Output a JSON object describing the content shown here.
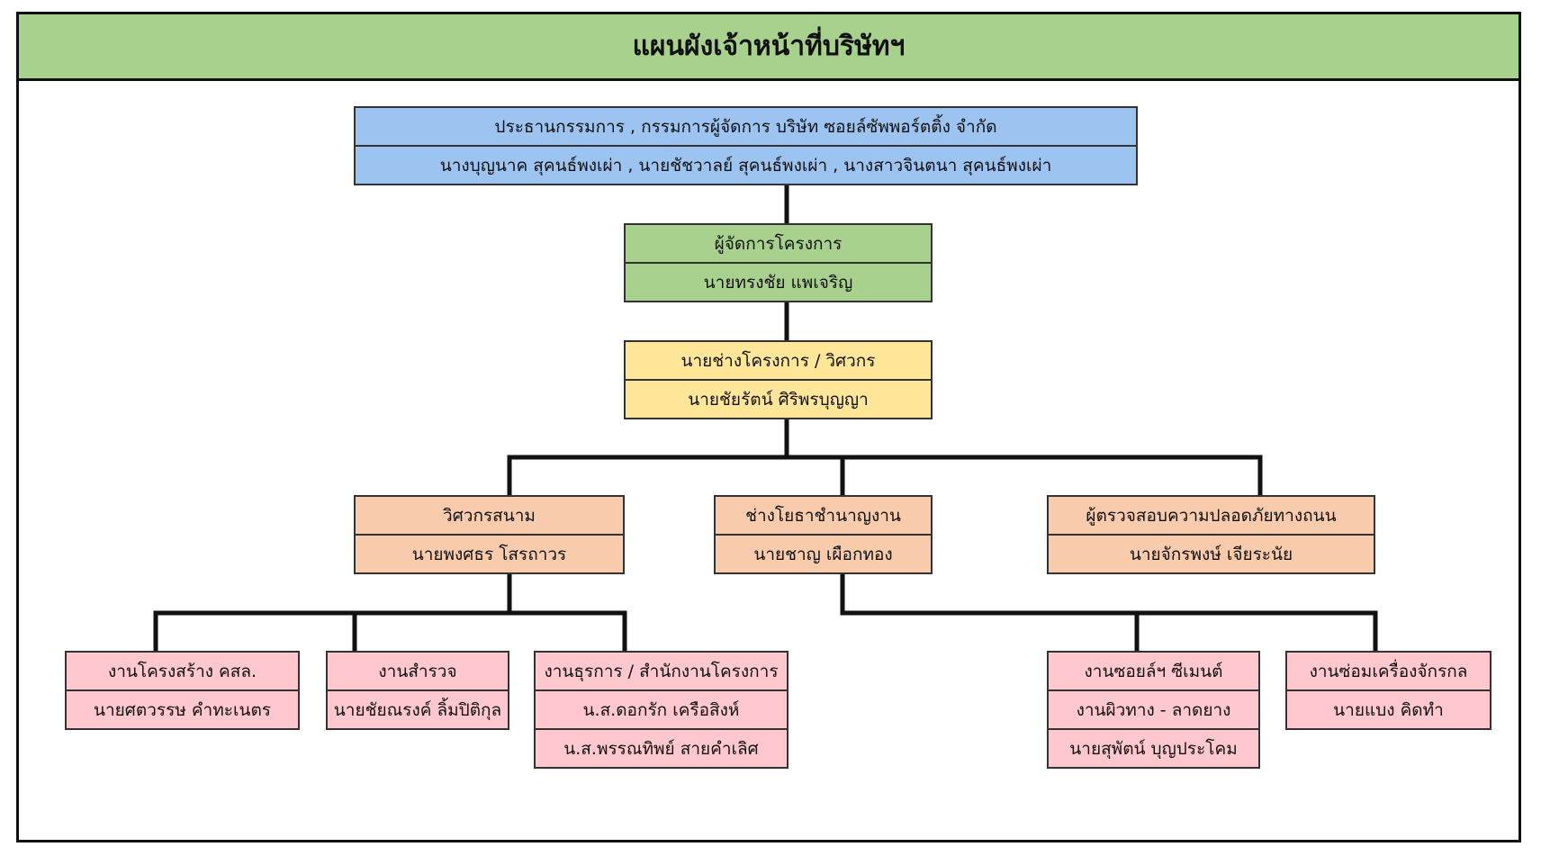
{
  "title": "แผนผังเจ้าหน้าที่บริษัทฯ",
  "colors": {
    "title_bg": "#a9d18e",
    "blue": "#9dc3f0",
    "green": "#a9d18e",
    "yellow": "#ffe699",
    "orange": "#f8cbad",
    "pink": "#ffc7ce"
  },
  "nodes": {
    "board": {
      "role": "ประธานกรรมการ , กรรมการผู้จัดการ บริษัท  ซอยล์ซัพพอร์ตติ้ง  จำกัด",
      "names": [
        "นางบุญนาค  สุคนธ์พงเผ่า  ,  นายชัชวาลย์  สุคนธ์พงเผ่า  ,  นางสาวจินตนา  สุคนธ์พงเผ่า"
      ]
    },
    "project_manager": {
      "role": "ผู้จัดการโครงการ",
      "names": [
        "นายทรงชัย  แพเจริญ"
      ]
    },
    "project_engineer": {
      "role": "นายช่างโครงการ / วิศวกร",
      "names": [
        "นายชัยรัตน์  ศิริพรบุญญา"
      ]
    },
    "field_engineer": {
      "role": "วิศวกรสนาม",
      "names": [
        "นายพงศธร โสรถาวร"
      ]
    },
    "civil_technician": {
      "role": "ช่างโยธาชำนาญงาน",
      "names": [
        "นายชาญ  เผือกทอง"
      ]
    },
    "road_safety": {
      "role": "ผู้ตรวจสอบความปลอดภัยทางถนน",
      "names": [
        "นายจักรพงษ์  เจียระนัย"
      ]
    },
    "structure_work": {
      "role": "งานโครงสร้าง คสล.",
      "names": [
        "นายศตวรรษ คำทะเนตร"
      ]
    },
    "survey_work": {
      "role": "งานสำรวจ",
      "names": [
        "นายชัยณรงค์ ลิ้มปิติกุล"
      ]
    },
    "admin_work": {
      "role": "งานธุรการ / สำนักงานโครงการ",
      "names": [
        "น.ส.ดอกรัก  เครือสิงห์",
        "น.ส.พรรณทิพย์  สายคำเลิศ"
      ]
    },
    "soil_cement_work": {
      "role": "งานซอยล์ฯ ซีเมนต์",
      "names": [
        "งานผิวทาง - ลาดยาง",
        "นายสุพัตน์  บุญประโคม"
      ]
    },
    "machine_repair": {
      "role": "งานซ่อมเครื่องจักรกล",
      "names": [
        "นายแบง  คิดทำ"
      ]
    }
  }
}
